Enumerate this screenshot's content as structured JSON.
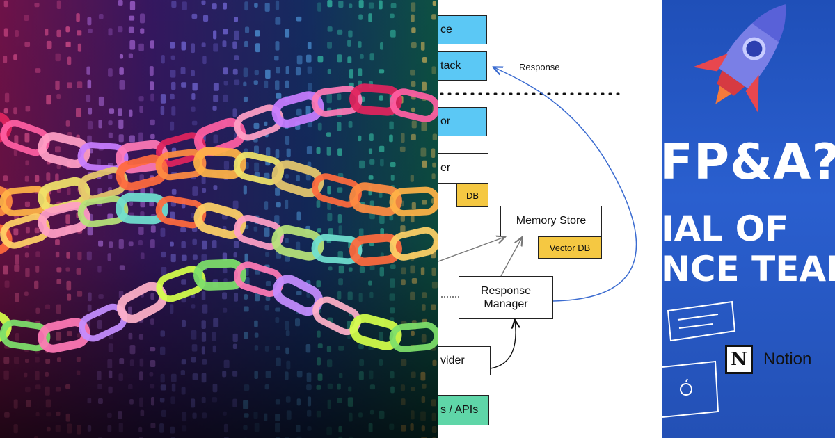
{
  "collage": {
    "left_panel": {
      "description_icon": "chains-on-digital-rain"
    },
    "diagram": {
      "top_boxes": [
        "ce",
        "tack",
        "or",
        "er"
      ],
      "db_label": "DB",
      "memory_store": "Memory Store",
      "vector_db": "Vector DB",
      "response_label": "Response",
      "response_manager_line1": "Response",
      "response_manager_line2": "Manager",
      "provider_fragment": "vider",
      "apis_fragment": "s / APIs"
    },
    "right_panel": {
      "headline": "FP&A?",
      "line2": "IAL OF",
      "line3": "NCE TEAM",
      "notion_label": "Notion",
      "notion_letter": "N"
    }
  }
}
